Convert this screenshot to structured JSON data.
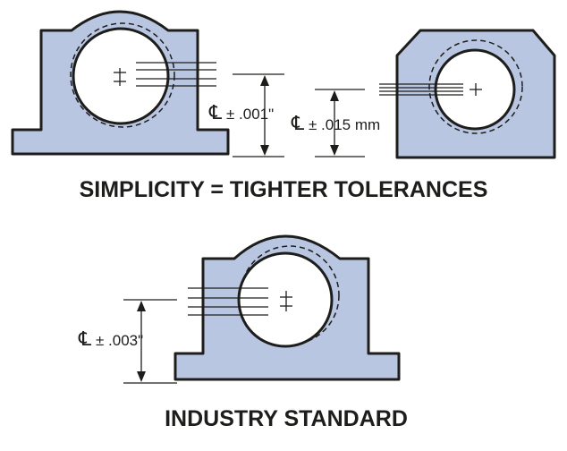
{
  "labels": {
    "simplicity_heading": "SIMPLICITY = TIGHTER TOLERANCES",
    "industry_heading": "INDUSTRY STANDARD",
    "tol_left": "± .001\"",
    "tol_right": "± .015 mm",
    "tol_bottom": "± .003\"",
    "centerline_symbol": "℄"
  },
  "colors": {
    "housing_fill": "#b9c6e2",
    "outline": "#1d1d1b"
  }
}
